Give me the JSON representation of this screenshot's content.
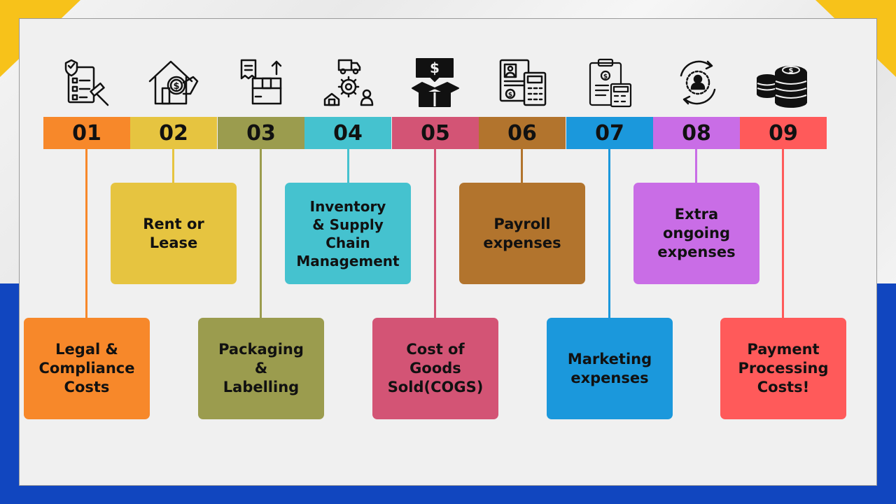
{
  "steps": [
    {
      "number": "01",
      "label": "Legal &\nCompliance\nCosts",
      "color": "#f7882a",
      "icon": "legal-checklist-gavel-icon"
    },
    {
      "number": "02",
      "label": "Rent or\nLease",
      "color": "#e6c440",
      "icon": "house-money-icon"
    },
    {
      "number": "03",
      "label": "Packaging\n&\nLabelling",
      "color": "#9b9c4e",
      "icon": "package-label-icon"
    },
    {
      "number": "04",
      "label": "Inventory\n& Supply\nChain\nManagement",
      "color": "#45c2cf",
      "icon": "supply-chain-icon"
    },
    {
      "number": "05",
      "label": "Cost of\nGoods\nSold(COGS)",
      "color": "#d35475",
      "icon": "dollar-box-icon"
    },
    {
      "number": "06",
      "label": "Payroll\nexpenses",
      "color": "#b2742d",
      "icon": "payroll-calculator-icon"
    },
    {
      "number": "07",
      "label": "Marketing\nexpenses",
      "color": "#1b98dc",
      "icon": "clipboard-calculator-icon"
    },
    {
      "number": "08",
      "label": "Extra\nongoing\nexpenses",
      "color": "#c96de6",
      "icon": "person-cycle-icon"
    },
    {
      "number": "09",
      "label": "Payment\nProcessing\nCosts!",
      "color": "#ff5a5a",
      "icon": "coin-stacks-icon"
    }
  ]
}
